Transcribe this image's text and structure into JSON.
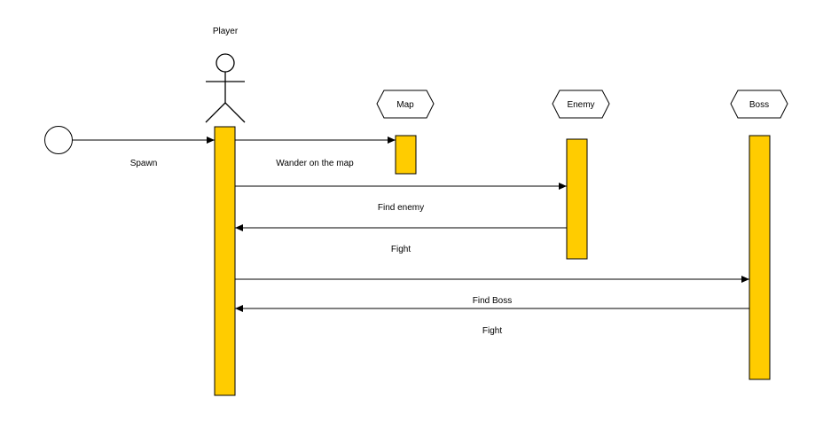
{
  "colors": {
    "activation_fill": "#FFCC00",
    "stroke": "#000000",
    "background": "#FFFFFF"
  },
  "participants": {
    "player": {
      "label": "Player",
      "icon": "stick-figure-actor"
    },
    "map": {
      "label": "Map",
      "icon": "hexagon-object"
    },
    "enemy": {
      "label": "Enemy",
      "icon": "hexagon-object"
    },
    "boss": {
      "label": "Boss",
      "icon": "hexagon-object"
    }
  },
  "initial_node": {
    "icon": "initial-state-circle"
  },
  "messages": [
    {
      "id": "spawn",
      "label": "Spawn",
      "from": "start",
      "to": "player"
    },
    {
      "id": "wander",
      "label": "Wander on the map",
      "from": "player",
      "to": "map"
    },
    {
      "id": "find-enemy",
      "label": "Find enemy",
      "from": "player",
      "to": "enemy"
    },
    {
      "id": "fight-enemy",
      "label": "Fight",
      "from": "enemy",
      "to": "player"
    },
    {
      "id": "find-boss",
      "label": "Find Boss",
      "from": "player",
      "to": "boss"
    },
    {
      "id": "fight-boss",
      "label": "Fight",
      "from": "boss",
      "to": "player"
    }
  ]
}
